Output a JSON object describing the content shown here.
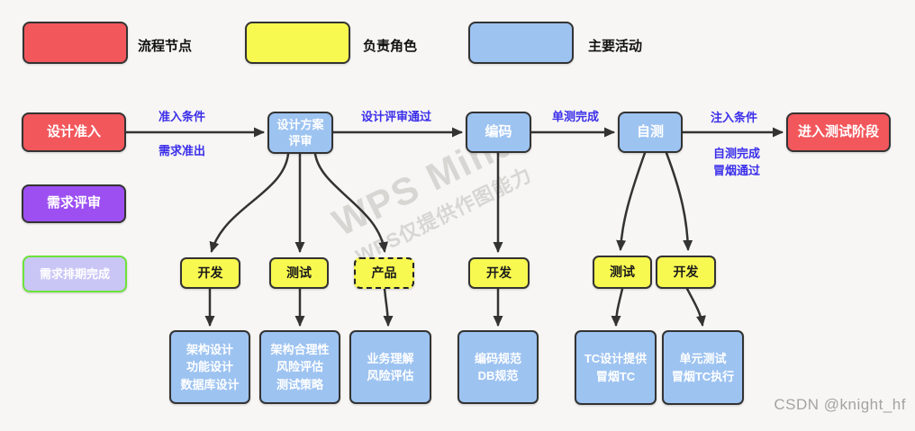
{
  "legend": {
    "items": [
      {
        "label": "流程节点",
        "color": "#f2575c"
      },
      {
        "label": "负责角色",
        "color": "#f8f950"
      },
      {
        "label": "主要活动",
        "color": "#9dc3f1"
      }
    ]
  },
  "flow": {
    "nodes": [
      {
        "id": "design-entry",
        "label": "设计准入",
        "type": "process-node"
      },
      {
        "id": "design-review",
        "label": "设计方案\n评审",
        "type": "main-activity"
      },
      {
        "id": "coding",
        "label": "编码",
        "type": "main-activity"
      },
      {
        "id": "self-test",
        "label": "自测",
        "type": "main-activity"
      },
      {
        "id": "enter-test-phase",
        "label": "进入测试阶段",
        "type": "process-node"
      }
    ],
    "edge_labels": [
      {
        "text": "准入条件"
      },
      {
        "text": "需求准出"
      },
      {
        "text": "设计评审通过"
      },
      {
        "text": "单测完成"
      },
      {
        "text": "注入条件"
      },
      {
        "text": "自测完成\n冒烟通过"
      }
    ]
  },
  "side_nodes": [
    {
      "label": "需求评审"
    },
    {
      "label": "需求排期完成"
    }
  ],
  "roles": [
    {
      "label": "开发"
    },
    {
      "label": "测试"
    },
    {
      "label": "产品"
    },
    {
      "label": "开发"
    },
    {
      "label": "测试"
    },
    {
      "label": "开发"
    }
  ],
  "activities": [
    {
      "label": "架构设计\n功能设计\n数据库设计"
    },
    {
      "label": "架构合理性\n风险评估\n测试策略"
    },
    {
      "label": "业务理解\n风险评估"
    },
    {
      "label": "编码规范\nDB规范"
    },
    {
      "label": "TC设计提供\n冒烟TC"
    },
    {
      "label": "单元测试\n冒烟TC执行"
    }
  ],
  "watermark": {
    "title": "WPS Mind",
    "subtitle": "WPS仅提供作图能力"
  },
  "credit": "CSDN @knight_hf",
  "colors": {
    "background": "#f7f6f4",
    "process_node": "#f2575c",
    "main_activity": "#9dc3f1",
    "role": "#f8f950",
    "requirement_review": "#9d4ff2",
    "schedule_done_fill": "#c9c6f6",
    "schedule_done_border": "#6ce33a",
    "edge_label": "#3b2eea",
    "stroke": "#333333"
  }
}
